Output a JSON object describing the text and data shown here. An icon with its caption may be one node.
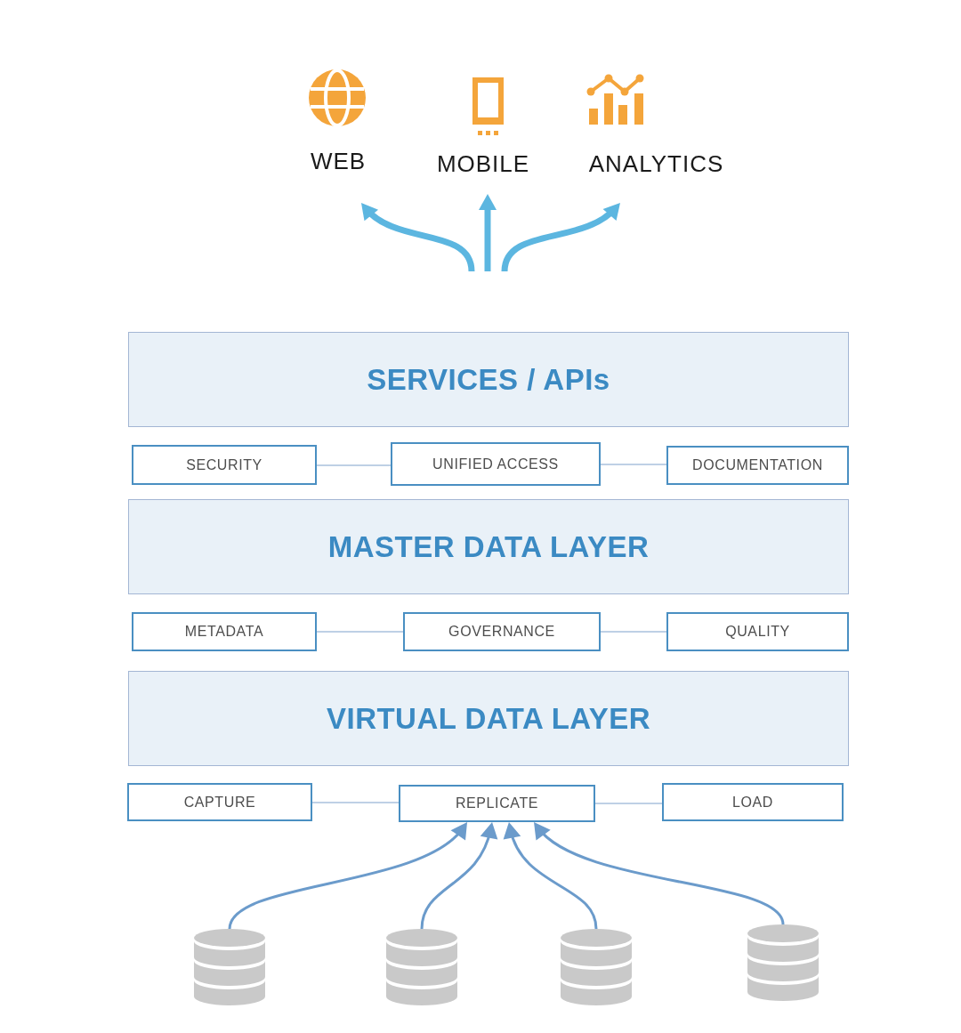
{
  "diagram": {
    "nodes": [
      {
        "text": [
          "WEB"
        ]
      },
      {
        "text": [
          "MOBILE"
        ]
      },
      {
        "text": [
          "ANALYTICS"
        ]
      },
      {
        "text": [
          "SERVICES / APIs"
        ]
      },
      {
        "text": [
          "SECURITY"
        ]
      },
      {
        "text": [
          "UNIFIED ACCESS"
        ]
      },
      {
        "text": [
          "DOCUMENTATION"
        ]
      },
      {
        "text": [
          "MASTER DATA LAYER"
        ]
      },
      {
        "text": [
          "METADATA"
        ]
      },
      {
        "text": [
          "GOVERNANCE"
        ]
      },
      {
        "text": [
          "QUALITY"
        ]
      },
      {
        "text": [
          "VIRTUAL DATA LAYER"
        ]
      },
      {
        "text": [
          "CAPTURE"
        ]
      },
      {
        "text": [
          "REPLICATE"
        ]
      },
      {
        "text": [
          "LOAD"
        ]
      },
      {
        "text": [],
        "shape": "cylinder"
      },
      {
        "text": [],
        "shape": "cylinder"
      },
      {
        "text": [],
        "shape": "cylinder"
      },
      {
        "text": [],
        "shape": "cylinder"
      }
    ],
    "edges": [
      {
        "from": null,
        "to": 0,
        "arrow": "to",
        "style": "thick",
        "color": "#5cb6e0"
      },
      {
        "from": null,
        "to": 1,
        "arrow": "to",
        "style": "thick",
        "color": "#5cb6e0"
      },
      {
        "from": null,
        "to": 2,
        "arrow": "to",
        "style": "thick",
        "color": "#5cb6e0"
      },
      {
        "from": 4,
        "to": 5,
        "arrow": "none"
      },
      {
        "from": 5,
        "to": 6,
        "arrow": "none"
      },
      {
        "from": 8,
        "to": 9,
        "arrow": "none"
      },
      {
        "from": 9,
        "to": 10,
        "arrow": "none"
      },
      {
        "from": 12,
        "to": 13,
        "arrow": "none"
      },
      {
        "from": 13,
        "to": 14,
        "arrow": "none"
      },
      {
        "from": 15,
        "to": 13,
        "arrow": "to",
        "color": "#6b9bcb"
      },
      {
        "from": 16,
        "to": 13,
        "arrow": "to",
        "color": "#6b9bcb"
      },
      {
        "from": 17,
        "to": 13,
        "arrow": "to",
        "color": "#6b9bcb"
      },
      {
        "from": 18,
        "to": 13,
        "arrow": "to",
        "color": "#6b9bcb"
      }
    ]
  }
}
